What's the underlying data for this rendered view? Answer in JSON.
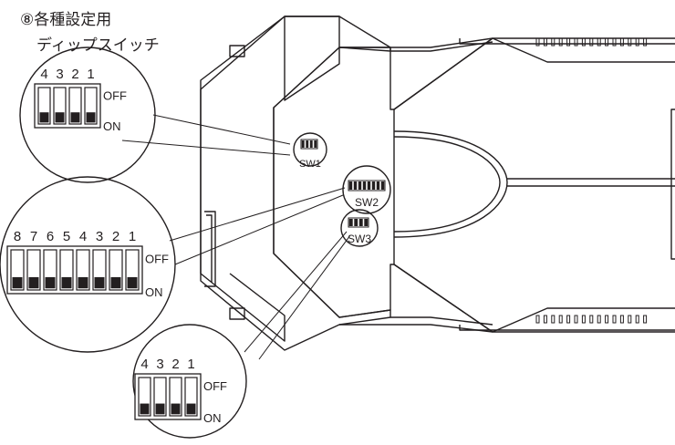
{
  "title": {
    "line1": "⑧各種設定用",
    "line2": "ディップスイッチ"
  },
  "switches": [
    {
      "id": "sw1",
      "label": "SW1",
      "positions": [
        "4",
        "3",
        "2",
        "1"
      ],
      "off_label": "OFF",
      "on_label": "ON"
    },
    {
      "id": "sw2",
      "label": "SW2",
      "positions": [
        "8",
        "7",
        "6",
        "5",
        "4",
        "3",
        "2",
        "1"
      ],
      "off_label": "OFF",
      "on_label": "ON"
    },
    {
      "id": "sw3",
      "label": "SW3",
      "positions": [
        "4",
        "3",
        "2",
        "1"
      ],
      "off_label": "OFF",
      "on_label": "ON"
    }
  ],
  "colors": {
    "line": "#231f20",
    "fill_dark": "#231f20",
    "background": "#ffffff"
  }
}
